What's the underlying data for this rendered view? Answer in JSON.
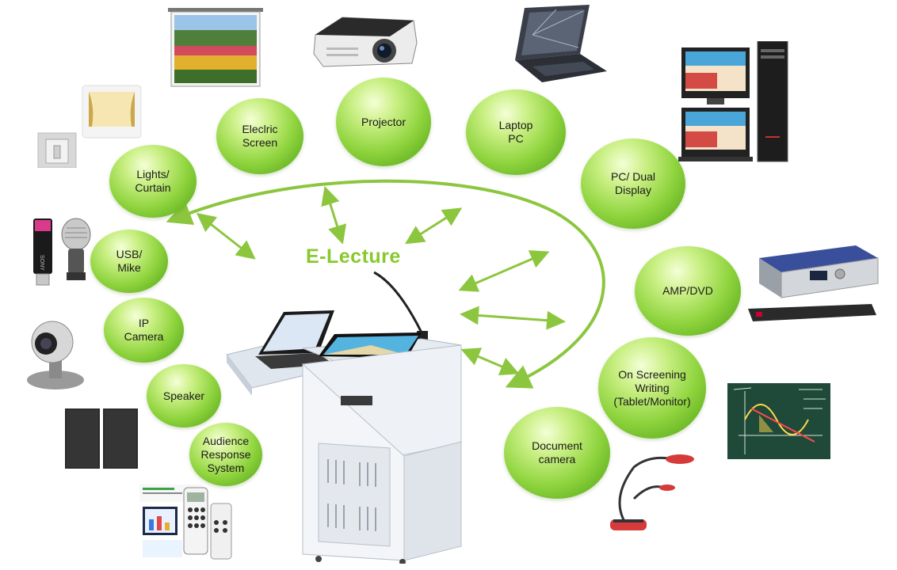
{
  "title": "E-Lecture",
  "colors": {
    "accent_green": "#8cc63f",
    "bubble_dark": "#5fae1f",
    "bubble_light": "#c9ef83",
    "arrow": "#8cc63f"
  },
  "nodes": [
    {
      "id": "lights-curtain",
      "label": "Lights/\nCurtain"
    },
    {
      "id": "electric-screen",
      "label": "Eleclric\nScreen"
    },
    {
      "id": "projector",
      "label": "Projector"
    },
    {
      "id": "laptop-pc",
      "label": "Laptop\nPC"
    },
    {
      "id": "pc-dual-display",
      "label": "PC/ Dual\nDisplay"
    },
    {
      "id": "usb-mike",
      "label": "USB/\nMike"
    },
    {
      "id": "ip-camera",
      "label": "IP\nCamera"
    },
    {
      "id": "speaker",
      "label": "Speaker"
    },
    {
      "id": "audience-response",
      "label": "Audience\nResponse\nSystem"
    },
    {
      "id": "amp-dvd",
      "label": "AMP/DVD"
    },
    {
      "id": "on-screening-writing",
      "label": "On Screening\nWriting\n(Tablet/Monitor)"
    },
    {
      "id": "document-camera",
      "label": "Document\ncamera"
    }
  ],
  "devices": {
    "usb_brand": "SONY"
  }
}
